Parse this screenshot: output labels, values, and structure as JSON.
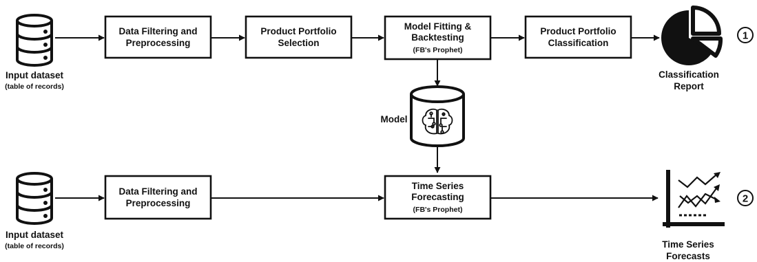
{
  "pipeline1": {
    "input": {
      "label": "Input dataset",
      "sublabel": "(table of records)"
    },
    "steps": [
      {
        "line1": "Data Filtering and",
        "line2": "Preprocessing"
      },
      {
        "line1": "Product Portfolio",
        "line2": "Selection"
      },
      {
        "line1": "Model Fitting &",
        "line2": "Backtesting",
        "note": "(FB's Prophet)"
      },
      {
        "line1": "Product Portfolio",
        "line2": "Classification"
      }
    ],
    "output": {
      "line1": "Classification",
      "line2": "Report",
      "icon": "pie-chart-icon"
    },
    "number": "1"
  },
  "model": {
    "label": "Model",
    "icon": "brain-circuit-database-icon"
  },
  "pipeline2": {
    "input": {
      "label": "Input dataset",
      "sublabel": "(table of records)"
    },
    "steps": [
      {
        "line1": "Data Filtering and",
        "line2": "Preprocessing"
      },
      {
        "line1": "Time Series",
        "line2": "Forecasting",
        "note": "(FB's Prophet)"
      }
    ],
    "output": {
      "line1": "Time Series",
      "line2": "Forecasts",
      "icon": "line-chart-icon"
    },
    "number": "2"
  }
}
